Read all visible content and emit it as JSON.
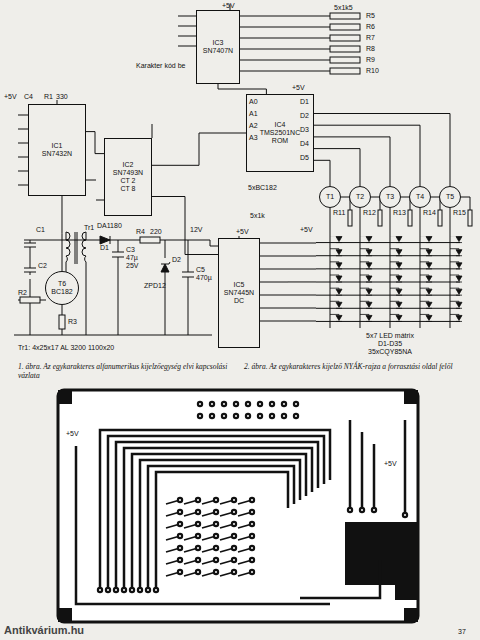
{
  "diagram": {
    "nodes": [
      {
        "text": [
          "IC1",
          "SN7432N"
        ]
      },
      {
        "text": [
          "IC2",
          "SN7493N",
          "CT 2",
          "CT 8"
        ]
      },
      {
        "text": [
          "IC3",
          "SN7407N"
        ]
      },
      {
        "text": [
          "IC4",
          "TMS2501NC",
          "ROM"
        ]
      },
      {
        "text": [
          "IC5",
          "SN7445N",
          "DC"
        ]
      },
      {
        "text": [
          "T1"
        ]
      },
      {
        "text": [
          "T2"
        ]
      },
      {
        "text": [
          "T3"
        ]
      },
      {
        "text": [
          "T4"
        ]
      },
      {
        "text": [
          "T5"
        ]
      },
      {
        "text": [
          "T6",
          "BC182"
        ]
      },
      {
        "text": [
          "5x7 LED mátrix",
          "D1-D35",
          "35xCQY85NA"
        ]
      }
    ],
    "edges": [
      {
        "from": 0,
        "to": 1,
        "arrow": "none"
      },
      {
        "from": 10,
        "to": 0,
        "arrow": "none"
      },
      {
        "from": 1,
        "to": 3,
        "arrow": "none"
      },
      {
        "from": 1,
        "to": 4,
        "arrow": "none"
      },
      {
        "from": 2,
        "to": 3,
        "arrow": "none"
      },
      {
        "from": 3,
        "to": 5,
        "arrow": "none"
      },
      {
        "from": 3,
        "to": 6,
        "arrow": "none"
      },
      {
        "from": 3,
        "to": 7,
        "arrow": "none"
      },
      {
        "from": 3,
        "to": 8,
        "arrow": "none"
      },
      {
        "from": 3,
        "to": 9,
        "arrow": "none"
      },
      {
        "from": 5,
        "to": 11,
        "arrow": "none"
      },
      {
        "from": 6,
        "to": 11,
        "arrow": "none"
      },
      {
        "from": 7,
        "to": 11,
        "arrow": "none"
      },
      {
        "from": 8,
        "to": 11,
        "arrow": "none"
      },
      {
        "from": 9,
        "to": 11,
        "arrow": "none"
      },
      {
        "from": 4,
        "to": 11,
        "arrow": "none"
      }
    ],
    "labels": [
      "+5V",
      "5x1k5",
      "R5",
      "R6",
      "R7",
      "R8",
      "R9",
      "R10",
      "Karakter kód be",
      "+5V",
      "A0",
      "A1",
      "A2",
      "A3",
      "D1",
      "D2",
      "D3",
      "D4",
      "D5",
      "+5V",
      "C4",
      "R1",
      "330",
      "5xBC182",
      "5x1k",
      "R11",
      "R12",
      "R13",
      "R14",
      "R15",
      "+5V",
      "+5V",
      "C1",
      "C2",
      "C3",
      "D1",
      "DA1180",
      "D2",
      "R4",
      "220",
      "47µ",
      "25V",
      "12V",
      "C5",
      "470µ",
      "ZPD12",
      "Tr1",
      "R2",
      "R3",
      "Tr1: 4x25x17 AL 3200 1100x20",
      "1. ábra. Az egykarakteres alfanumerikus kijelzőegység elvi kapcsolási vázlata",
      "2. ábra. Az egykarakteres kijelző NYÁK-rajza a forrasztási oldal felől",
      "+5V",
      "+5V",
      "37",
      "Antikvárium.hu"
    ]
  }
}
